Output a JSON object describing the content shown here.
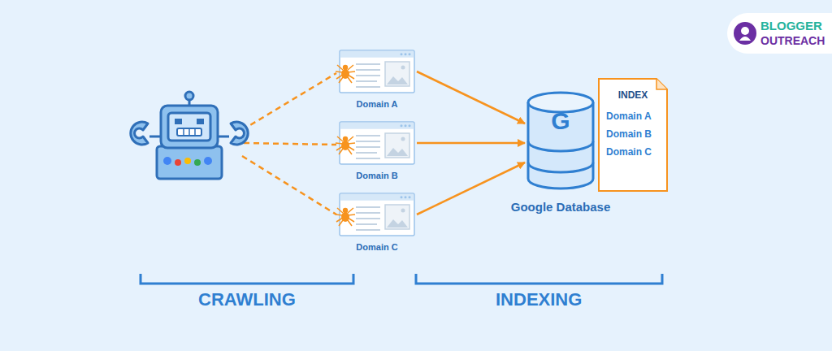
{
  "diagram": {
    "nodes": [
      {
        "text": [
          "Domain A"
        ]
      },
      {
        "text": [
          "Domain B"
        ]
      },
      {
        "text": [
          "Domain C"
        ]
      },
      {
        "text": [
          "G",
          "Google Database"
        ]
      },
      {
        "text": [
          "INDEX",
          "Domain A",
          "Domain B",
          "Domain C"
        ]
      }
    ],
    "edges": [
      {
        "from": 0,
        "to": 3,
        "arrow": "to"
      },
      {
        "from": 1,
        "to": 3,
        "arrow": "to"
      },
      {
        "from": 2,
        "to": 3,
        "arrow": "to"
      }
    ],
    "labels": [
      "CRAWLING",
      "INDEXING",
      "BLOGGER",
      "OUTREACH"
    ]
  }
}
